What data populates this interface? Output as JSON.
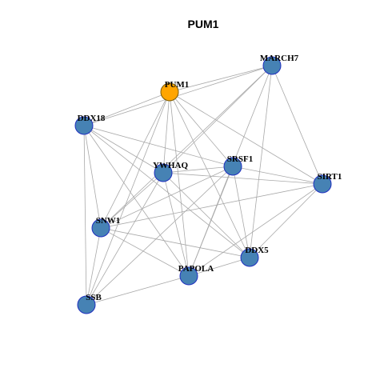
{
  "title": "PUM1",
  "colors": {
    "background": "#ffffff",
    "edge": "#a9a9a9",
    "node_default_fill": "#4682b4",
    "node_default_stroke": "#1f2fbf",
    "node_highlight_fill": "#ffa500",
    "node_highlight_stroke": "#7a5a00",
    "label": "#000000"
  },
  "nodes": [
    {
      "id": "PUM1",
      "label": "PUM1",
      "highlight": true
    },
    {
      "id": "MARCH7",
      "label": "MARCH7",
      "highlight": false
    },
    {
      "id": "DDX18",
      "label": "DDX18",
      "highlight": false
    },
    {
      "id": "YWHAQ",
      "label": "YWHAQ",
      "highlight": false
    },
    {
      "id": "SRSF1",
      "label": "SRSF1",
      "highlight": false
    },
    {
      "id": "SIRT1",
      "label": "SIRT1",
      "highlight": false
    },
    {
      "id": "SNW1",
      "label": "SNW1",
      "highlight": false
    },
    {
      "id": "DDX5",
      "label": "DDX5",
      "highlight": false
    },
    {
      "id": "PAPOLA",
      "label": "PAPOLA",
      "highlight": false
    },
    {
      "id": "SSB",
      "label": "SSB",
      "highlight": false
    }
  ],
  "edges": [
    [
      "PUM1",
      "MARCH7"
    ],
    [
      "PUM1",
      "DDX18"
    ],
    [
      "PUM1",
      "YWHAQ"
    ],
    [
      "PUM1",
      "SRSF1"
    ],
    [
      "PUM1",
      "SIRT1"
    ],
    [
      "PUM1",
      "SNW1"
    ],
    [
      "PUM1",
      "DDX5"
    ],
    [
      "PUM1",
      "PAPOLA"
    ],
    [
      "PUM1",
      "SSB"
    ],
    [
      "MARCH7",
      "DDX18"
    ],
    [
      "MARCH7",
      "YWHAQ"
    ],
    [
      "MARCH7",
      "SIRT1"
    ],
    [
      "MARCH7",
      "SNW1"
    ],
    [
      "MARCH7",
      "DDX5"
    ],
    [
      "MARCH7",
      "PAPOLA"
    ],
    [
      "DDX18",
      "YWHAQ"
    ],
    [
      "DDX18",
      "SRSF1"
    ],
    [
      "DDX18",
      "SNW1"
    ],
    [
      "DDX18",
      "DDX5"
    ],
    [
      "DDX18",
      "PAPOLA"
    ],
    [
      "DDX18",
      "SSB"
    ],
    [
      "YWHAQ",
      "SRSF1"
    ],
    [
      "YWHAQ",
      "SIRT1"
    ],
    [
      "YWHAQ",
      "SNW1"
    ],
    [
      "YWHAQ",
      "DDX5"
    ],
    [
      "YWHAQ",
      "PAPOLA"
    ],
    [
      "YWHAQ",
      "SSB"
    ],
    [
      "SRSF1",
      "SIRT1"
    ],
    [
      "SRSF1",
      "SNW1"
    ],
    [
      "SRSF1",
      "DDX5"
    ],
    [
      "SRSF1",
      "PAPOLA"
    ],
    [
      "SRSF1",
      "SSB"
    ],
    [
      "SIRT1",
      "SNW1"
    ],
    [
      "SIRT1",
      "DDX5"
    ],
    [
      "SIRT1",
      "PAPOLA"
    ],
    [
      "SNW1",
      "DDX5"
    ],
    [
      "SNW1",
      "PAPOLA"
    ],
    [
      "SNW1",
      "SSB"
    ],
    [
      "DDX5",
      "PAPOLA"
    ],
    [
      "PAPOLA",
      "SSB"
    ]
  ]
}
